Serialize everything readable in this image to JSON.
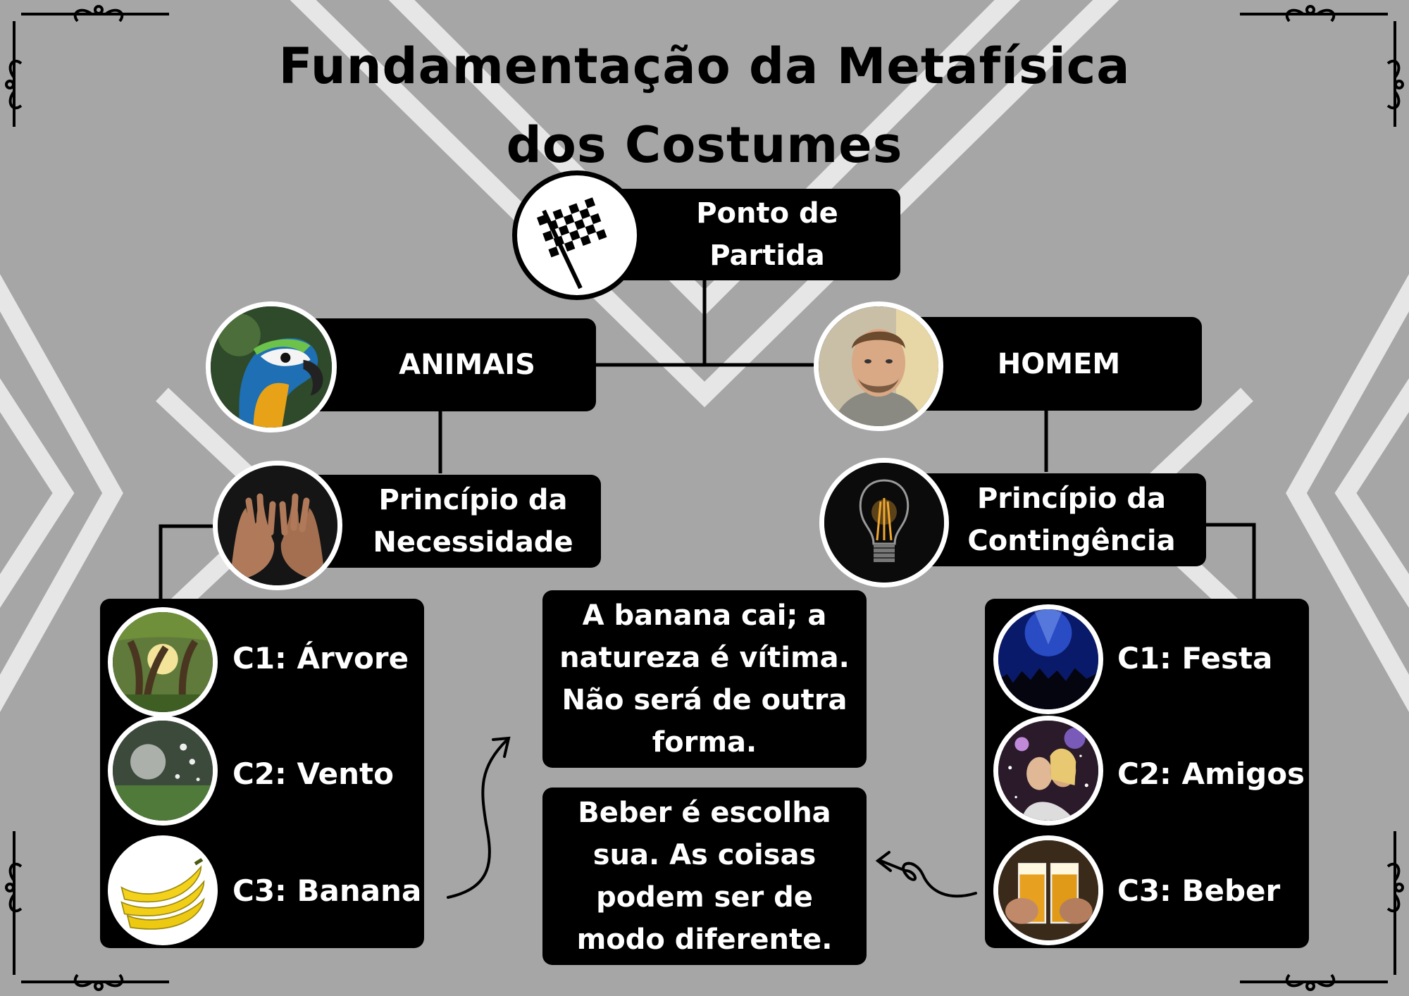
{
  "title": {
    "line1": "Fundamentação da Metafísica",
    "line2": "dos Costumes"
  },
  "start": {
    "line1": "Ponto de",
    "line2": "Partida",
    "icon": "checkered-flag-icon"
  },
  "animais": {
    "label": "ANIMAIS",
    "icon": "parrot-photo"
  },
  "homem": {
    "label": "HOMEM",
    "icon": "man-portrait-photo"
  },
  "necessidade": {
    "line1": "Princípio da",
    "line2": "Necessidade",
    "icon": "open-hands-photo"
  },
  "contingencia": {
    "line1": "Princípio da",
    "line2": "Contingência",
    "icon": "light-bulb-photo"
  },
  "left_cases": [
    {
      "label": "C1: Árvore",
      "icon": "tree-photo"
    },
    {
      "label": "C2: Vento",
      "icon": "dandelion-wind-photo"
    },
    {
      "label": "C3: Banana",
      "icon": "banana-photo"
    }
  ],
  "right_cases": [
    {
      "label": "C1: Festa",
      "icon": "concert-party-photo"
    },
    {
      "label": "C2: Amigos",
      "icon": "friends-celebrating-photo"
    },
    {
      "label": "C3: Beber",
      "icon": "beer-glasses-photo"
    }
  ],
  "note_top": {
    "line1": "A banana cai; a",
    "line2": "natureza é vítima.",
    "line3": "Não será de outra",
    "line4": "forma."
  },
  "note_bottom": {
    "line1": "Beber é escolha",
    "line2": "sua. As coisas",
    "line3": "podem ser de",
    "line4": "modo diferente."
  },
  "colors": {
    "background": "#a6a6a6",
    "stripe": "#e6e6e6",
    "box": "#000000",
    "text": "#ffffff"
  }
}
